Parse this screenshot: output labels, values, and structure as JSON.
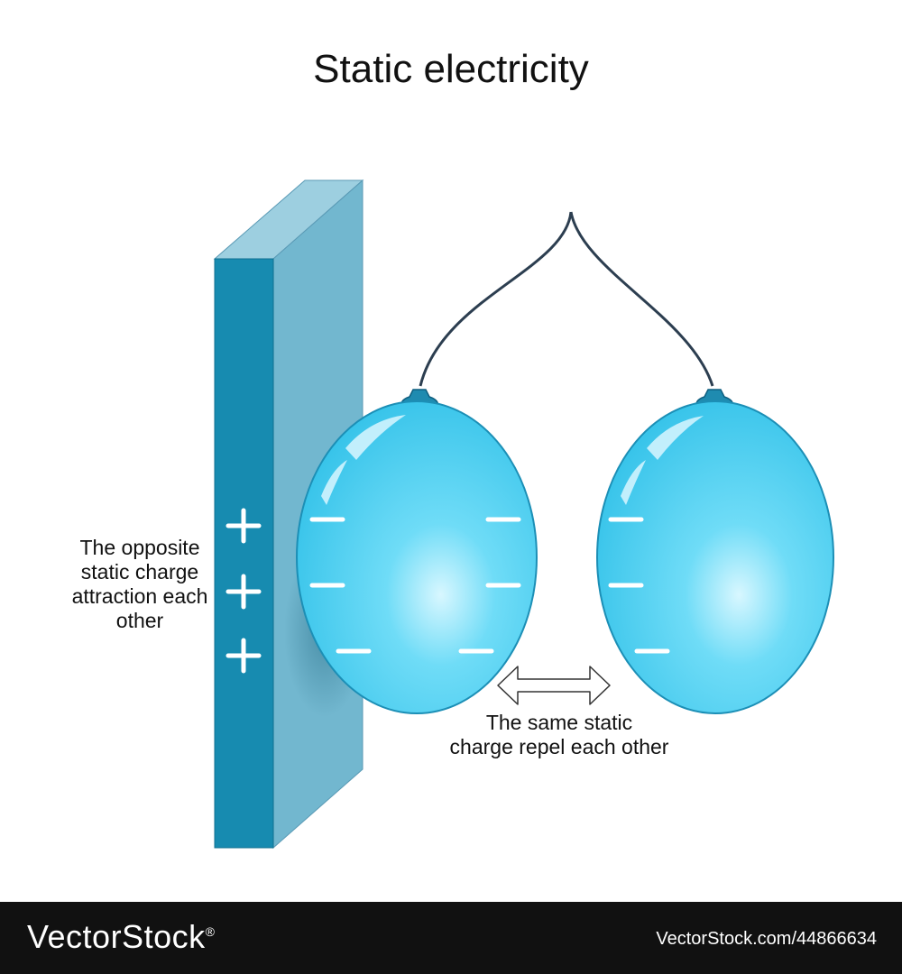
{
  "title": "Static electricity",
  "labels": {
    "opposite_charge": [
      "The opposite",
      "static charge",
      "attraction each",
      "other"
    ],
    "same_charge": [
      "The same static",
      "charge repel each other"
    ]
  },
  "wall": {
    "charge_symbol": "+",
    "charge_count": 3,
    "front_color": "#178bb0",
    "side_color": "#72b7cf",
    "top_color": "#9dcfe0"
  },
  "balloons": {
    "color": "#4fd2f2",
    "knot_color": "#1f8bb0",
    "string_color": "#2c3e50",
    "charge_symbol": "−",
    "left_balloon_charge_count": 6,
    "right_balloon_charge_count": 3
  },
  "footer": {
    "brand": "VectorStock",
    "registered_mark": "®",
    "url": "VectorStock.com/44866634"
  }
}
